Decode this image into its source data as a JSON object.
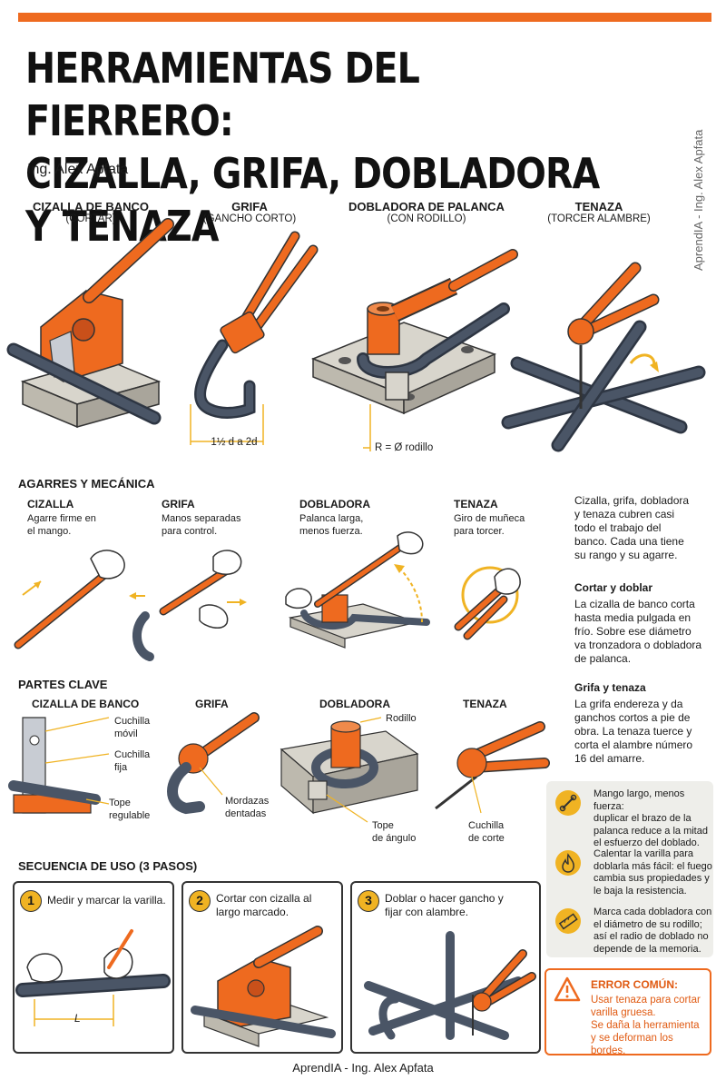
{
  "header": {
    "title_line1": "HERRAMIENTAS DEL FIERRERO:",
    "title_line2": "CIZALLA, GRIFA, DOBLADORA Y TENAZA",
    "author": "Ing. Alex Apfata",
    "side_credit": "AprendIA - Ing. Alex Apfata"
  },
  "tools": [
    {
      "name": "CIZALLA DE BANCO",
      "sub": "(CORTAR)"
    },
    {
      "name": "GRIFA",
      "sub": "(GANCHO CORTO)"
    },
    {
      "name": "DOBLADORA DE PALANCA",
      "sub": "(CON RODILLO)"
    },
    {
      "name": "TENAZA",
      "sub": "(TORCER ALAMBRE)"
    }
  ],
  "dims": {
    "grifa": "1½ d a 2d",
    "dobladora": "R = Ø rodillo"
  },
  "grips": {
    "title": "AGARRES Y MECÁNICA",
    "items": [
      {
        "name": "CIZALLA",
        "desc1": "Agarre firme en",
        "desc2": "el mango."
      },
      {
        "name": "GRIFA",
        "desc1": "Manos separadas",
        "desc2": "para control."
      },
      {
        "name": "DOBLADORA",
        "desc1": "Palanca larga,",
        "desc2": "menos fuerza."
      },
      {
        "name": "TENAZA",
        "desc1": "Giro de muñeca",
        "desc2": "para torcer."
      }
    ]
  },
  "info": {
    "intro": [
      "Cizalla, grifa, dobladora",
      "y tenaza cubren casi",
      "todo el trabajo del",
      "banco. Cada una tiene",
      "su rango y su agarre."
    ],
    "cut_title": "Cortar y doblar",
    "cut_text": [
      "La cizalla de banco corta",
      "hasta media pulgada en",
      "frío. Sobre ese diámetro",
      "va tronzadora o dobladora",
      "de palanca."
    ],
    "grifa_title": "Grifa y tenaza",
    "grifa_text": [
      "La grifa endereza y da",
      "ganchos cortos a pie de",
      "obra. La tenaza tuerce y",
      "corta el alambre número",
      "16 del amarre."
    ]
  },
  "parts": {
    "title": "PARTES CLAVE",
    "heads": [
      "CIZALLA DE BANCO",
      "GRIFA",
      "DOBLADORA",
      "TENAZA"
    ],
    "cizalla": {
      "l1a": "Cuchilla",
      "l1b": "móvil",
      "l2a": "Cuchilla",
      "l2b": "fija",
      "l3a": "Tope",
      "l3b": "regulable"
    },
    "grifa": {
      "l1a": "Mordazas",
      "l1b": "dentadas"
    },
    "dobladora": {
      "l1": "Rodillo",
      "l2a": "Tope",
      "l2b": "de ángulo"
    },
    "tenaza": {
      "l1a": "Cuchilla",
      "l1b": "de corte"
    }
  },
  "tips": [
    {
      "icon": "lever-icon",
      "lines": [
        "Mango largo, menos fuerza:",
        "duplicar el brazo de la",
        "palanca reduce a la mitad",
        "el esfuerzo del doblado."
      ]
    },
    {
      "icon": "flame-icon",
      "lines": [
        "Calentar la varilla para",
        "doblarla más fácil: el fuego",
        "cambia sus propiedades y",
        "le baja la resistencia."
      ]
    },
    {
      "icon": "ruler-icon",
      "lines": [
        "Marca cada dobladora con",
        "el diámetro de su rodillo;",
        "así el radio de doblado no",
        "depende de la memoria."
      ]
    }
  ],
  "error": {
    "title": "ERROR COMÚN:",
    "line1": "Usar tenaza para cortar",
    "line2": "varilla gruesa.",
    "line3": "Se daña la herramienta",
    "line4": "y se deforman los bordes."
  },
  "sequence": {
    "title": "SECUENCIA DE USO (3 PASOS)",
    "steps": [
      {
        "num": "1",
        "l1": "Medir y marcar la varilla.",
        "l2": ""
      },
      {
        "num": "2",
        "l1": "Cortar con cizalla al",
        "l2": "largo marcado."
      },
      {
        "num": "3",
        "l1": "Doblar o hacer gancho y",
        "l2": "fijar con alambre."
      }
    ],
    "length_label": "L"
  },
  "footer": "AprendIA - Ing. Alex Apfata",
  "colors": {
    "accent": "#ee6a1f",
    "steel": "#3f4a5a",
    "base": "#d8d5cc",
    "yellow": "#f0b323"
  }
}
